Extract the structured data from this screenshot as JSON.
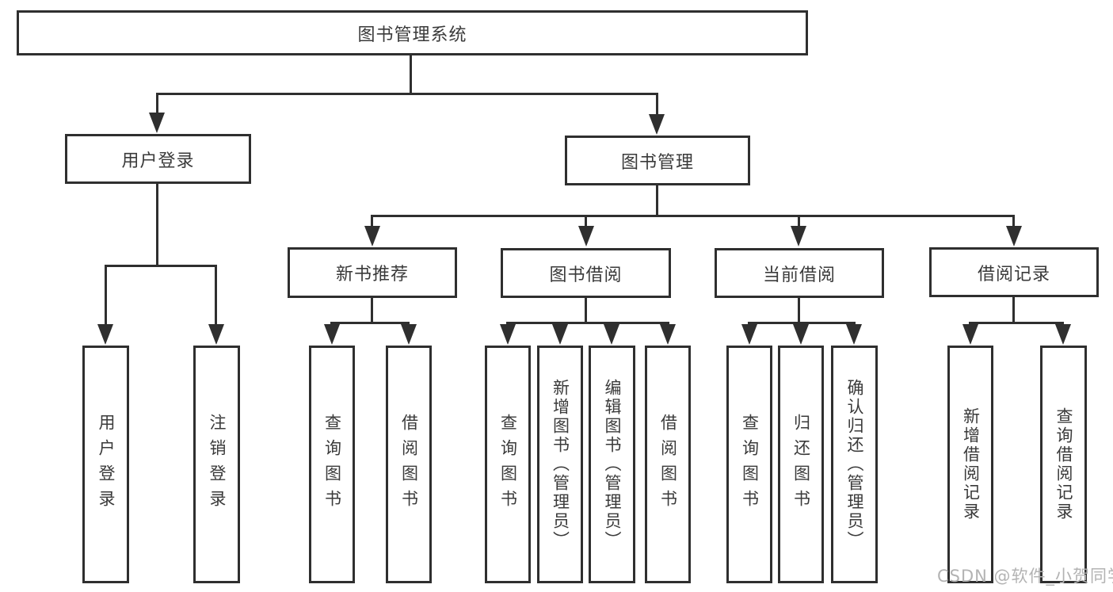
{
  "tree": {
    "root": {
      "label": "图书管理系统"
    },
    "branches": [
      {
        "label": "用户登录",
        "leaves": [
          {
            "label": "用户登录"
          },
          {
            "label": "注销登录"
          }
        ]
      },
      {
        "label": "图书管理",
        "children": [
          {
            "label": "新书推荐",
            "leaves": [
              {
                "label": "查询图书"
              },
              {
                "label": "借阅图书"
              }
            ]
          },
          {
            "label": "图书借阅",
            "leaves": [
              {
                "label": "查询图书"
              },
              {
                "label": "新增图书（管理员）"
              },
              {
                "label": "编辑图书（管理员）"
              },
              {
                "label": "借阅图书"
              }
            ]
          },
          {
            "label": "当前借阅",
            "leaves": [
              {
                "label": "查询图书"
              },
              {
                "label": "归还图书"
              },
              {
                "label": "确认归还（管理员）"
              }
            ]
          },
          {
            "label": "借阅记录",
            "leaves": [
              {
                "label": "新增借阅记录"
              },
              {
                "label": "查询借阅记录"
              }
            ]
          }
        ]
      }
    ]
  },
  "colors": {
    "line": "#2f2f2f",
    "text": "#3a3a3a",
    "watermark": "#b3b3b3"
  },
  "watermark": {
    "text": "CSDN @软件_小贺同学"
  }
}
